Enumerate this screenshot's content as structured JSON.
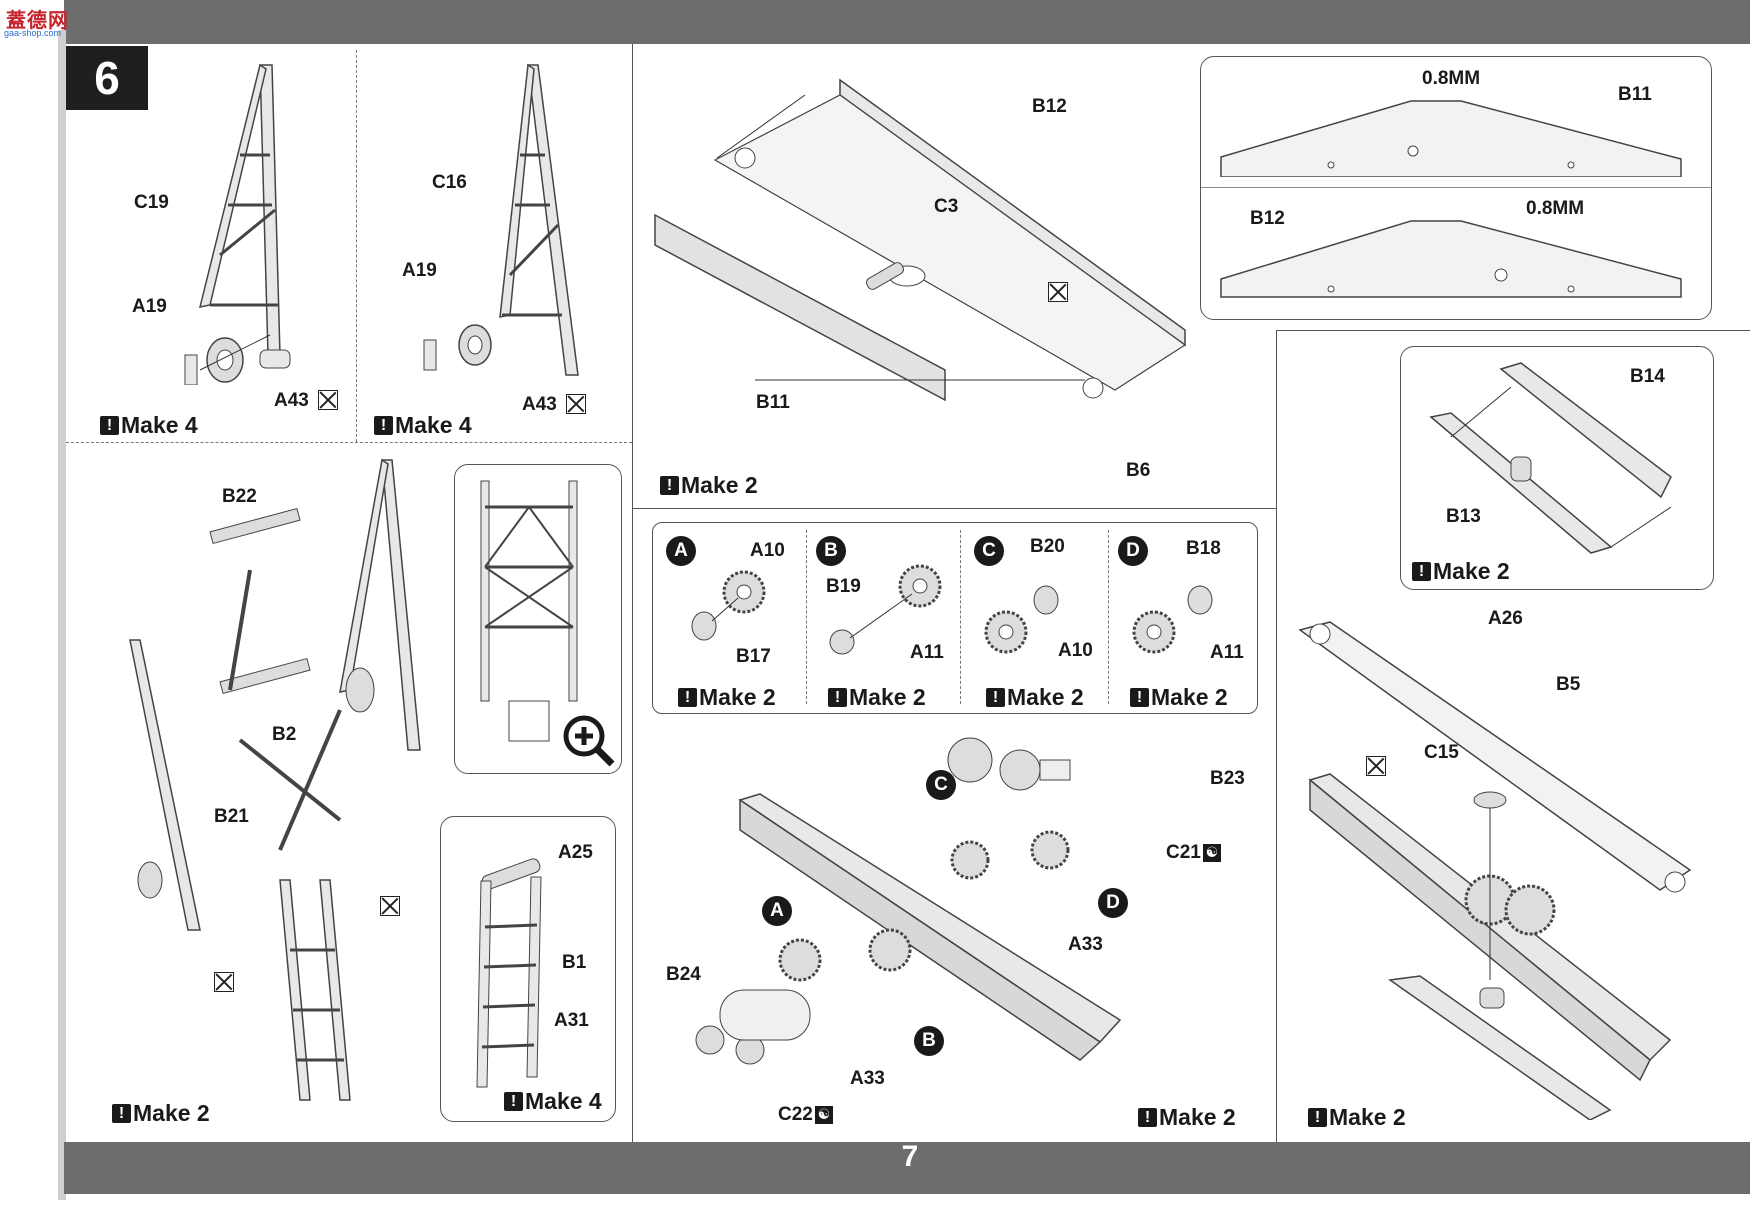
{
  "page_number": "7",
  "logo": {
    "main": "蓋德网",
    "sub": "gaa-shop.com"
  },
  "step_number": "6",
  "labels": {
    "c19": "C19",
    "a19_1": "A19",
    "a43_1": "A43",
    "c16": "C16",
    "a19_2": "A19",
    "a43_2": "A43",
    "b12_top": "B12",
    "c3": "C3",
    "b11": "B11",
    "b6": "B6",
    "thickness_1": "0.8MM",
    "b11_detail": "B11",
    "b12_detail": "B12",
    "thickness_2": "0.8MM",
    "b22": "B22",
    "b2": "B2",
    "b21": "B21",
    "a25": "A25",
    "b1": "B1",
    "a31": "A31",
    "a10_a": "A10",
    "b17": "B17",
    "b19": "B19",
    "a11_b": "A11",
    "b20": "B20",
    "a10_c": "A10",
    "b18": "B18",
    "a11_d": "A11",
    "b14": "B14",
    "b13": "B13",
    "a26": "A26",
    "b5": "B5",
    "c15": "C15",
    "b23": "B23",
    "c21": "C21",
    "a33_1": "A33",
    "b24": "B24",
    "a33_2": "A33",
    "c22": "C22"
  },
  "sub_letters": {
    "a": "A",
    "b": "B",
    "c": "C",
    "d": "D"
  },
  "make": {
    "c19_frame": "Make 4",
    "c16_frame": "Make 4",
    "rail": "Make 2",
    "a": "Make 2",
    "b": "Make 2",
    "c": "Make 2",
    "d": "Make 2",
    "ladder_frame": "Make 2",
    "ladder": "Make 4",
    "b14_frame": "Make 2",
    "gear_assembly": "Make 2",
    "final_assembly": "Make 2"
  },
  "icons": {
    "warning": "exclamation-icon",
    "no_cement": "no-cement-icon",
    "glue": "glue-icon",
    "zoom": "magnify-plus-icon"
  }
}
